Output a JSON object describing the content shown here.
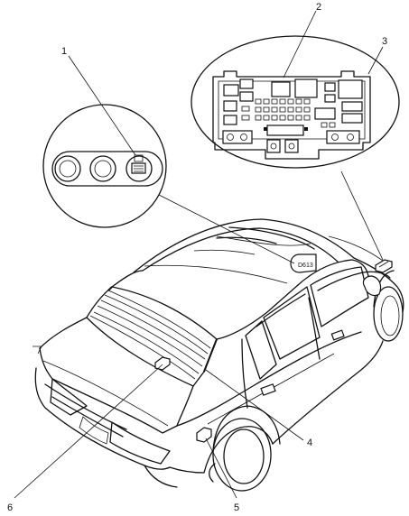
{
  "callouts": [
    {
      "id": "1",
      "label": "1"
    },
    {
      "id": "2",
      "label": "2"
    },
    {
      "id": "3",
      "label": "3"
    },
    {
      "id": "4",
      "label": "4"
    },
    {
      "id": "5",
      "label": "5"
    },
    {
      "id": "6",
      "label": "6"
    }
  ],
  "connector_tag": "D613"
}
